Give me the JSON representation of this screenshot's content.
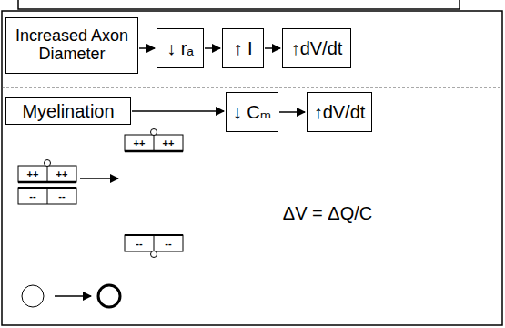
{
  "diagram": {
    "nodes": [
      {
        "text": [
          "Increased Axon Diameter"
        ]
      },
      {
        "text": [
          "↓ rₐ"
        ]
      },
      {
        "text": [
          "↑ I"
        ]
      },
      {
        "text": [
          "↑dV/dt"
        ]
      },
      {
        "text": [
          "Myelination"
        ]
      },
      {
        "text": [
          "↓ Cₘ"
        ]
      },
      {
        "text": [
          "↑dV/dt"
        ]
      }
    ],
    "edges": [
      {
        "from": 0,
        "to": 1,
        "arrow": "to"
      },
      {
        "from": 1,
        "to": 2,
        "arrow": "to"
      },
      {
        "from": 2,
        "to": 3,
        "arrow": "to"
      },
      {
        "from": 4,
        "to": 5,
        "arrow": "to"
      },
      {
        "from": 5,
        "to": 6,
        "arrow": "to"
      }
    ],
    "labels": [
      "ΔV = ΔQ/C",
      "++",
      "++",
      "++",
      "++",
      "--",
      "--",
      "--",
      "--"
    ]
  }
}
